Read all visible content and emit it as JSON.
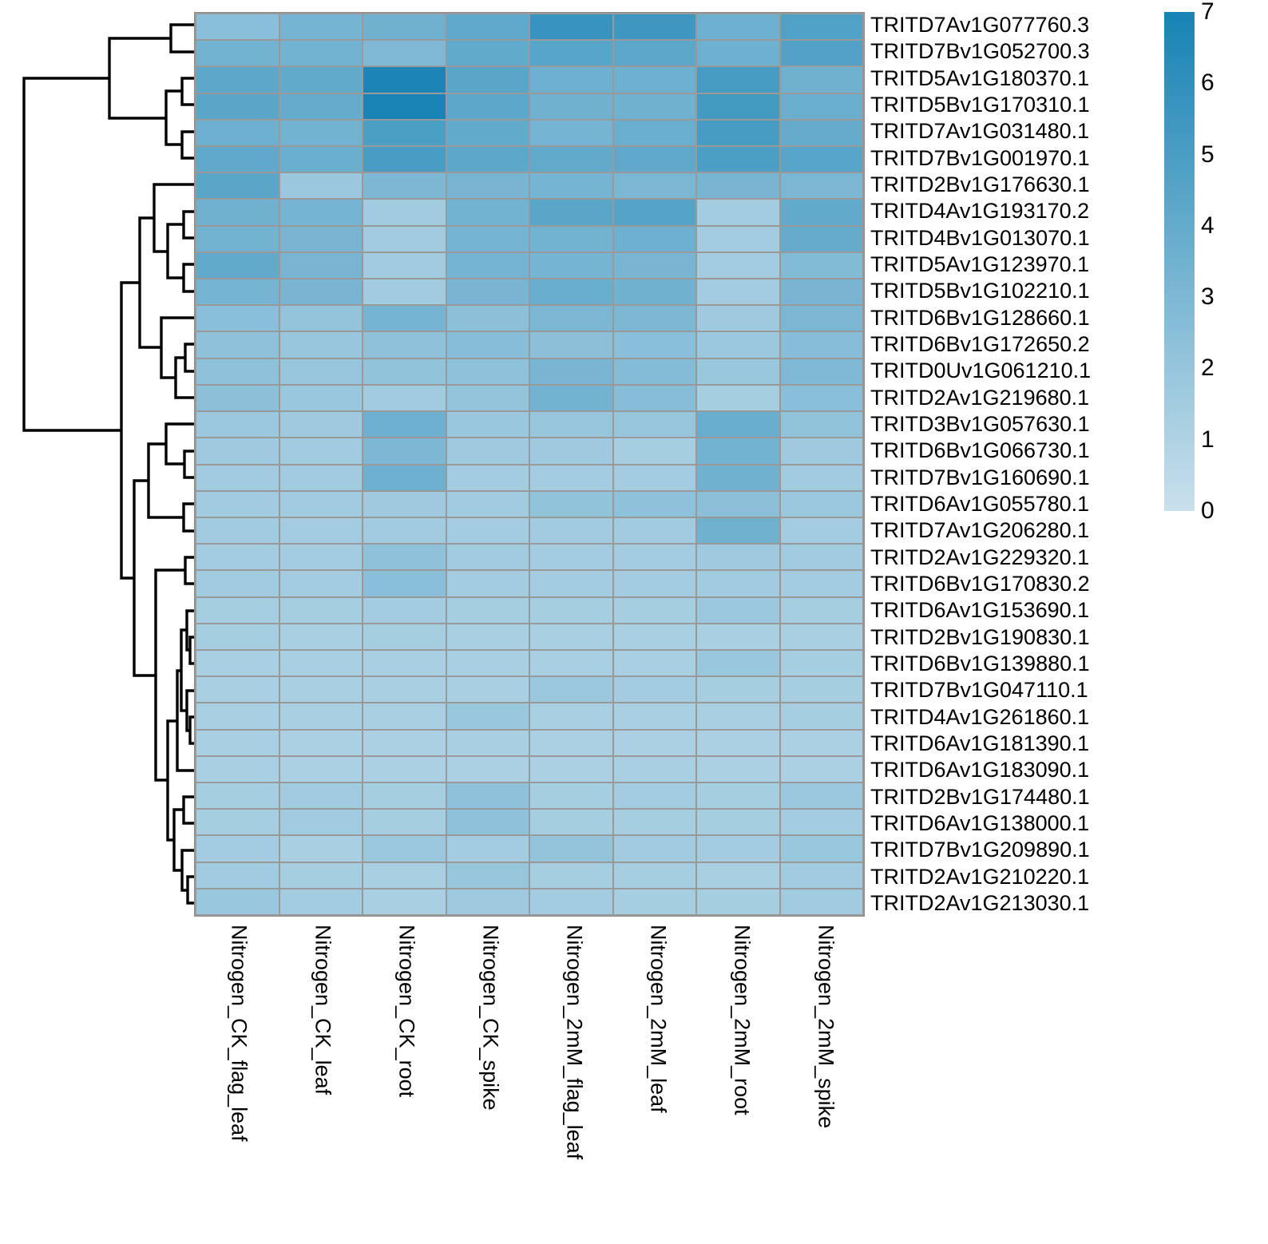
{
  "chart_data": {
    "type": "heatmap",
    "title": "",
    "xlabel": "",
    "ylabel": "",
    "colorbar": {
      "label": "",
      "min": 0,
      "max": 7,
      "ticks": [
        0,
        1,
        2,
        3,
        4,
        5,
        6,
        7
      ],
      "low_color": "#c9e0ec",
      "high_color": "#1783b4",
      "colormap": "light-blue-to-teal"
    },
    "grid_line_color": "#999999",
    "dendrogram": {
      "position": "left",
      "orientation": "rows",
      "line_color": "#000000"
    },
    "columns": [
      "Nitrogen_CK_flag_leaf",
      "Nitrogen_CK_leaf",
      "Nitrogen_CK_root",
      "Nitrogen_CK_spike",
      "Nitrogen_2mM_flag_leaf",
      "Nitrogen_2mM_leaf",
      "Nitrogen_2mM_root",
      "Nitrogen_2mM_spike"
    ],
    "rows": [
      "TRITD7Av1G077760.3",
      "TRITD7Bv1G052700.3",
      "TRITD5Av1G180370.1",
      "TRITD5Bv1G170310.1",
      "TRITD7Av1G031480.1",
      "TRITD7Bv1G001970.1",
      "TRITD2Bv1G176630.1",
      "TRITD4Av1G193170.2",
      "TRITD4Bv1G013070.1",
      "TRITD5Av1G123970.1",
      "TRITD5Bv1G102210.1",
      "TRITD6Bv1G128660.1",
      "TRITD6Bv1G172650.2",
      "TRITD0Uv1G061210.1",
      "TRITD2Av1G219680.1",
      "TRITD3Bv1G057630.1",
      "TRITD6Bv1G066730.1",
      "TRITD7Bv1G160690.1",
      "TRITD6Av1G055780.1",
      "TRITD7Av1G206280.1",
      "TRITD2Av1G229320.1",
      "TRITD6Bv1G170830.2",
      "TRITD6Av1G153690.1",
      "TRITD2Bv1G190830.1",
      "TRITD6Bv1G139880.1",
      "TRITD7Bv1G047110.1",
      "TRITD4Av1G261860.1",
      "TRITD6Av1G181390.1",
      "TRITD6Av1G183090.1",
      "TRITD2Bv1G174480.1",
      "TRITD6Av1G138000.1",
      "TRITD7Bv1G209890.1",
      "TRITD2Av1G210220.1",
      "TRITD2Av1G213030.1"
    ],
    "values": [
      [
        2.3,
        3.1,
        3.3,
        4.0,
        5.6,
        5.4,
        3.4,
        4.6
      ],
      [
        3.2,
        3.2,
        2.7,
        3.9,
        4.3,
        4.1,
        3.4,
        4.5
      ],
      [
        4.1,
        3.9,
        6.8,
        4.2,
        3.4,
        3.4,
        5.0,
        3.3
      ],
      [
        4.2,
        3.8,
        6.9,
        4.1,
        3.3,
        3.3,
        5.1,
        3.5
      ],
      [
        3.4,
        3.2,
        4.8,
        3.9,
        3.1,
        3.5,
        5.0,
        3.8
      ],
      [
        4.0,
        3.5,
        4.9,
        4.1,
        3.9,
        4.0,
        4.8,
        4.3
      ],
      [
        4.2,
        1.6,
        2.8,
        3.0,
        3.1,
        2.9,
        3.0,
        2.9
      ],
      [
        3.3,
        3.1,
        1.4,
        3.2,
        4.2,
        4.4,
        1.3,
        3.9
      ],
      [
        3.2,
        3.0,
        1.4,
        3.1,
        3.2,
        3.4,
        1.3,
        3.8
      ],
      [
        3.9,
        3.0,
        1.4,
        3.1,
        3.1,
        3.0,
        1.3,
        2.6
      ],
      [
        3.1,
        3.0,
        1.4,
        3.0,
        3.6,
        3.3,
        1.3,
        3.0
      ],
      [
        2.3,
        1.9,
        3.1,
        2.2,
        2.9,
        2.8,
        1.5,
        2.9
      ],
      [
        2.1,
        1.8,
        2.1,
        2.4,
        2.2,
        2.3,
        1.6,
        2.4
      ],
      [
        2.1,
        1.8,
        2.0,
        2.1,
        3.0,
        2.5,
        1.7,
        2.7
      ],
      [
        2.2,
        1.7,
        1.4,
        1.9,
        3.2,
        2.4,
        1.2,
        2.3
      ],
      [
        1.6,
        1.5,
        3.4,
        1.7,
        1.8,
        1.8,
        3.6,
        2.0
      ],
      [
        1.5,
        1.4,
        2.8,
        1.5,
        1.5,
        1.2,
        3.2,
        1.5
      ],
      [
        1.4,
        1.4,
        3.4,
        1.3,
        1.3,
        1.3,
        3.3,
        1.4
      ],
      [
        1.4,
        1.4,
        1.5,
        1.4,
        2.0,
        2.1,
        2.2,
        1.6
      ],
      [
        1.4,
        1.3,
        1.4,
        1.3,
        1.4,
        1.4,
        3.3,
        1.3
      ],
      [
        1.3,
        1.3,
        2.1,
        1.4,
        1.3,
        1.3,
        1.5,
        1.4
      ],
      [
        1.4,
        1.3,
        2.3,
        1.3,
        1.3,
        1.3,
        1.4,
        1.3
      ],
      [
        1.2,
        1.2,
        1.3,
        1.2,
        1.2,
        1.2,
        1.6,
        1.2
      ],
      [
        1.2,
        1.1,
        1.2,
        1.1,
        1.1,
        1.1,
        1.1,
        1.1
      ],
      [
        1.1,
        1.1,
        1.1,
        1.1,
        1.1,
        1.1,
        1.7,
        1.2
      ],
      [
        1.1,
        1.1,
        1.1,
        1.1,
        1.6,
        1.3,
        1.2,
        1.2
      ],
      [
        1.1,
        1.1,
        1.1,
        1.7,
        1.1,
        1.1,
        1.1,
        1.2
      ],
      [
        1.1,
        1.0,
        1.0,
        1.1,
        1.0,
        1.0,
        1.0,
        1.0
      ],
      [
        1.1,
        1.0,
        1.0,
        1.0,
        1.0,
        1.1,
        1.0,
        1.0
      ],
      [
        1.2,
        1.4,
        1.2,
        2.1,
        1.2,
        1.3,
        1.2,
        1.6
      ],
      [
        1.2,
        1.4,
        1.2,
        2.1,
        1.2,
        1.2,
        1.2,
        1.3
      ],
      [
        1.3,
        1.1,
        1.6,
        1.3,
        1.9,
        1.4,
        1.3,
        1.7
      ],
      [
        1.4,
        1.2,
        1.1,
        1.8,
        1.2,
        1.2,
        1.1,
        1.4
      ],
      [
        1.7,
        1.3,
        1.1,
        1.5,
        1.3,
        1.2,
        1.2,
        1.4
      ]
    ]
  }
}
